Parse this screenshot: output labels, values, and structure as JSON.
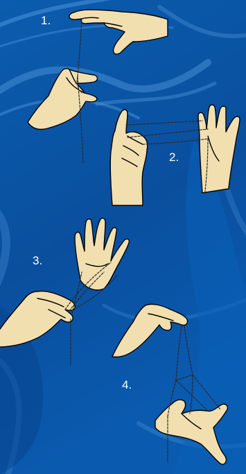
{
  "steps": [
    {
      "label": "1."
    },
    {
      "label": "2."
    },
    {
      "label": "3."
    },
    {
      "label": "4."
    }
  ],
  "colors": {
    "background": "#0a4f9e",
    "background_dark": "#05357a",
    "swirl": "#3c86d0",
    "skin": "#f1dfb0",
    "outline": "#000000",
    "string": "#2a2a2a"
  }
}
